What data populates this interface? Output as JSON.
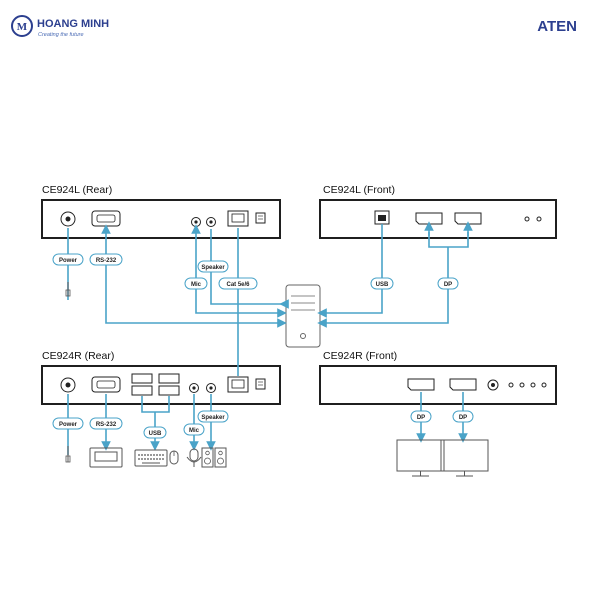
{
  "header": {
    "brand_name": "HOANG MINH",
    "brand_tagline": "Creating the future",
    "aten_logo": "ATEN",
    "brand_color": "#2c3f8f"
  },
  "panels": {
    "l_rear": "CE924L (Rear)",
    "l_front": "CE924L (Front)",
    "r_rear": "CE924R (Rear)",
    "r_front": "CE924R (Front)"
  },
  "labels": {
    "l_power": "Power",
    "l_rs232": "RS-232",
    "l_mic": "Mic",
    "l_speaker": "Speaker",
    "l_cat": "Cat 5e/6",
    "l_usb": "USB",
    "l_dp": "DP",
    "r_power": "Power",
    "r_rs232": "RS-232",
    "r_usb": "USB",
    "r_mic": "Mic",
    "r_speaker": "Speaker",
    "r_dp1": "DP",
    "r_dp2": "DP"
  },
  "colors": {
    "wire": "#4aa3c8",
    "panel_border": "#1f1f1f"
  }
}
